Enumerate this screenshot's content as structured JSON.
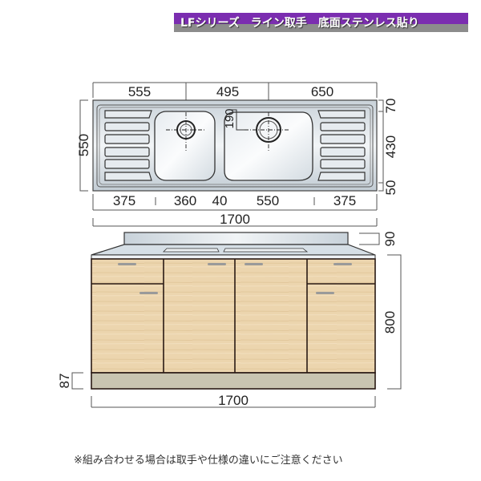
{
  "banner": {
    "text": "LFシリーズ　ライン取手　底面ステンレス貼り",
    "colors": {
      "top": "#7b2db0",
      "bottom": "#8c8c8c"
    }
  },
  "plan_view": {
    "top_dims": [
      "555",
      "495",
      "650"
    ],
    "left_dim": "550",
    "right_dims": [
      "70",
      "430",
      "50"
    ],
    "inner_dim": "190",
    "bottom_dims": [
      "375",
      "360",
      "40",
      "550",
      "375"
    ],
    "total_width": "1700"
  },
  "front_view": {
    "backsplash_height": "90",
    "cabinet_height": "800",
    "plinth_height": "87",
    "total_width": "1700",
    "colors": {
      "wood": "#ecd5ae",
      "plinth": "#c9c5b1",
      "steel": "#dfe6ec",
      "handle": "#9a9a9a"
    }
  },
  "footnote": "※組み合わせる場合は取手や仕様の違いにご注意ください"
}
